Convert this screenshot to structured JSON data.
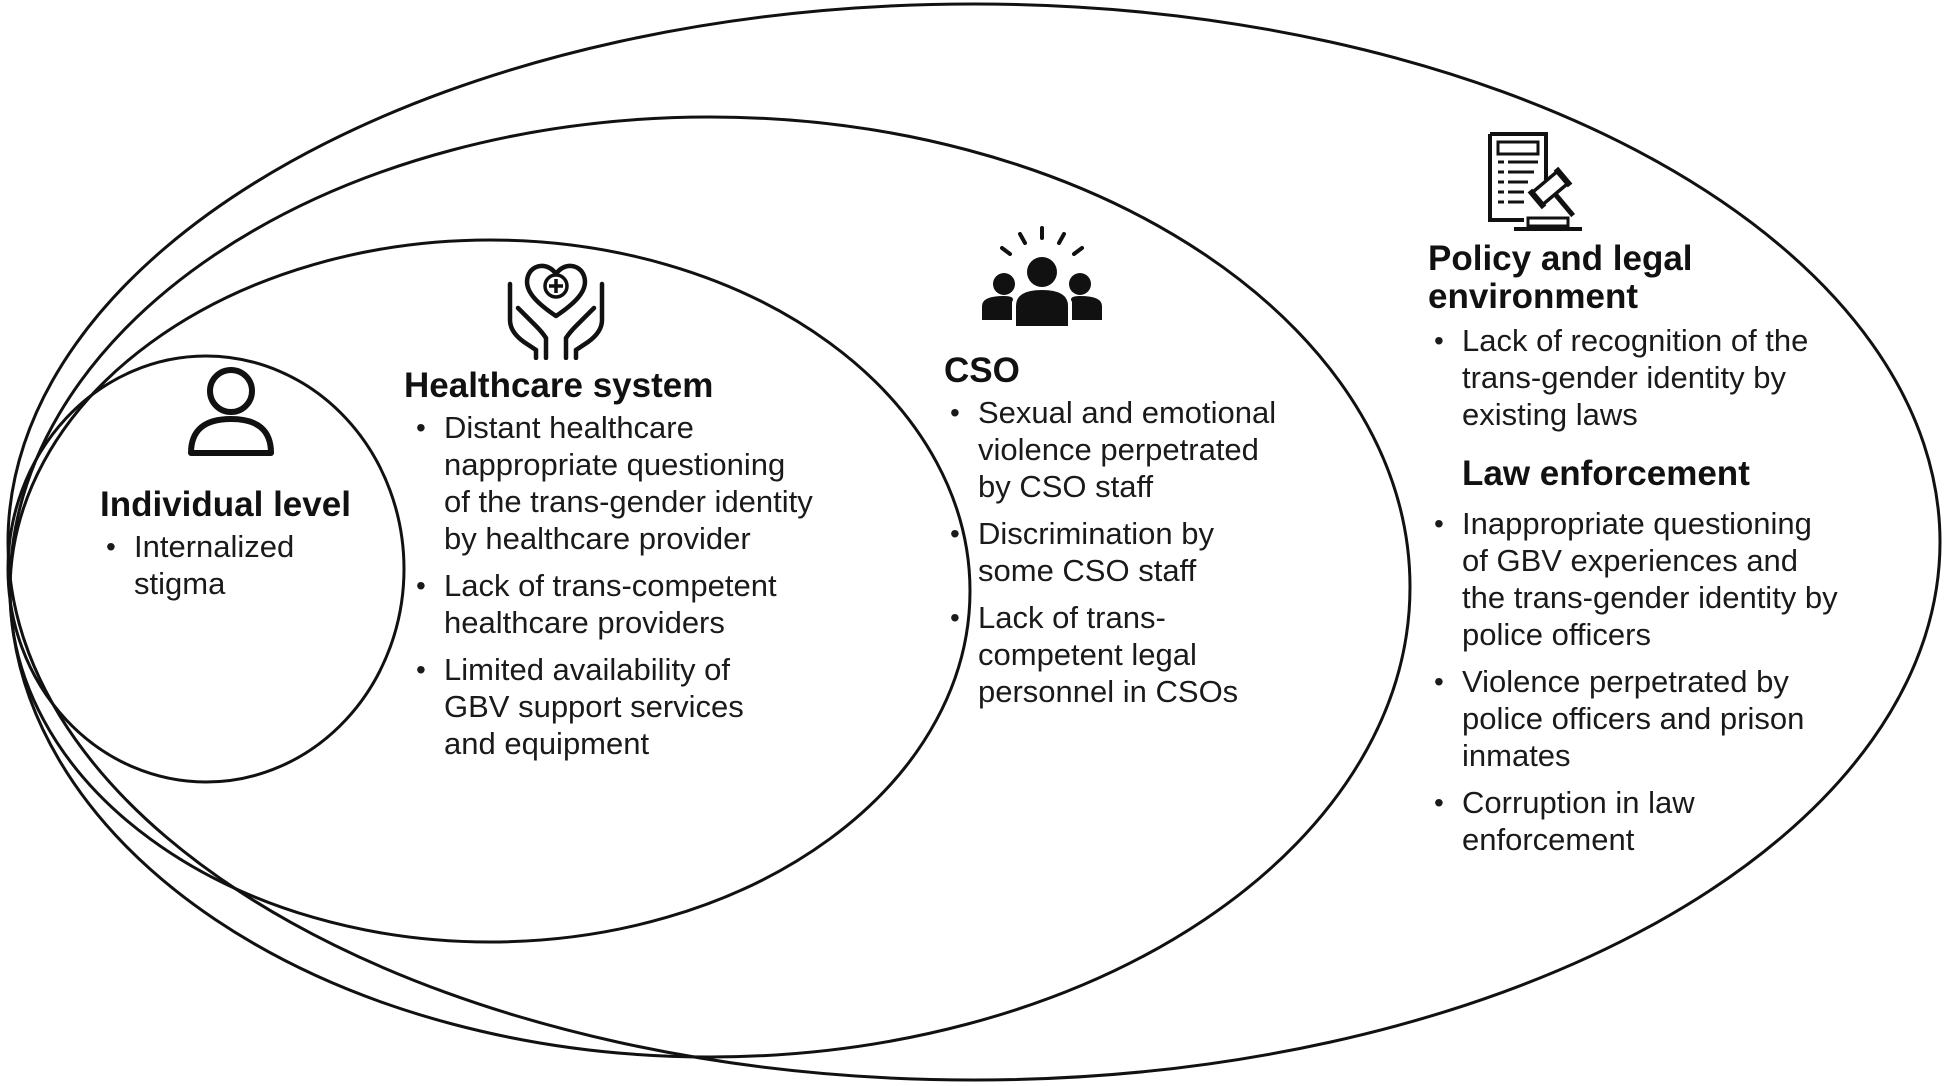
{
  "diagram": {
    "individual": {
      "title": "Individual level",
      "icon": "person-icon",
      "items": [
        "Internalized stigma"
      ]
    },
    "healthcare": {
      "title": "Healthcare system",
      "icon": "heart-in-hands-icon",
      "items": [
        "Distant healthcare nappropriate questioning of the trans-gender identity by healthcare provider",
        "Lack of trans-competent healthcare providers",
        "Limited availability of GBV support services and equipment"
      ]
    },
    "cso": {
      "title": "CSO",
      "icon": "group-people-icon",
      "items": [
        " Sexual and emotional violence perpetrated by CSO staff",
        "Discrimination by some CSO staff",
        "Lack of trans-competent legal personnel in CSOs"
      ]
    },
    "policy": {
      "title": "Policy and legal environment",
      "icon": "legal-document-gavel-icon",
      "items": [
        "Lack of recognition of the trans-gender identity by existing laws"
      ]
    },
    "law": {
      "title": "Law enforcement",
      "items": [
        "Inappropriate questioning of GBV experiences and the trans-gender identity by police officers",
        "Violence perpetrated by police officers and prison inmates",
        "Corruption in law enforcement"
      ]
    }
  }
}
